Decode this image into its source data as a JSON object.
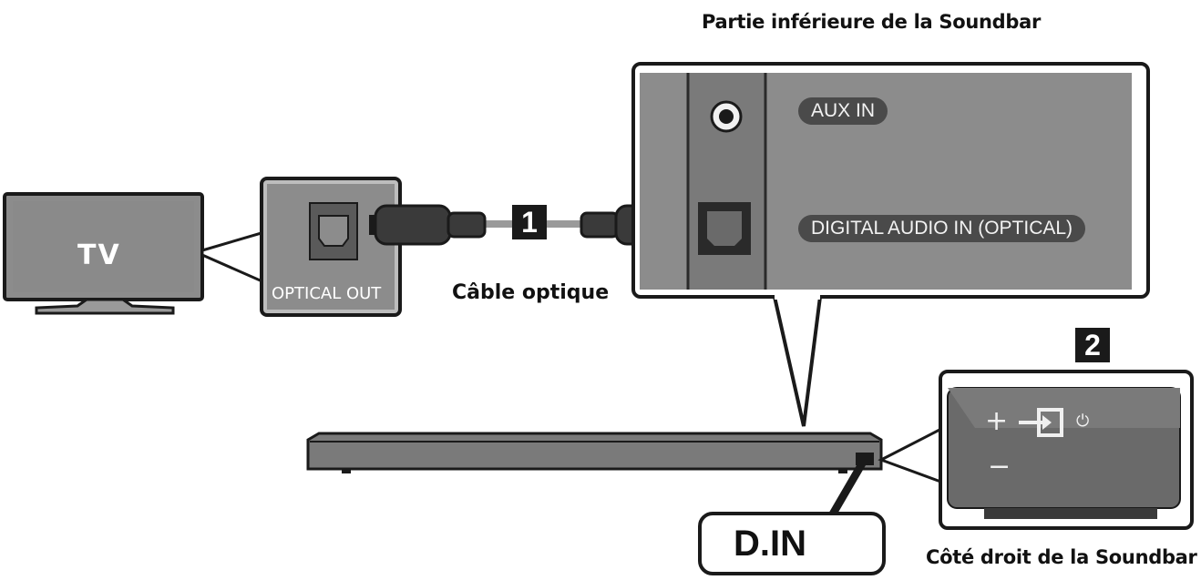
{
  "captions": {
    "bottom_view": "Partie inférieure de la Soundbar",
    "right_side": "Côté droit de la Soundbar",
    "cable": "Câble optique"
  },
  "tv": {
    "label": "TV",
    "port_label": "OPTICAL OUT"
  },
  "soundbar": {
    "aux_port": "AUX IN",
    "optical_port": "DIGITAL AUDIO IN (OPTICAL)",
    "display": "D.IN"
  },
  "steps": [
    "1",
    "2"
  ],
  "buttons": {
    "volume_up": "+",
    "volume_down": "−",
    "power": "⏻"
  },
  "colors": {
    "panel_gray": "#8c8c8c",
    "tag_dark": "#4a4a4a",
    "outline": "#1a1a1a"
  }
}
